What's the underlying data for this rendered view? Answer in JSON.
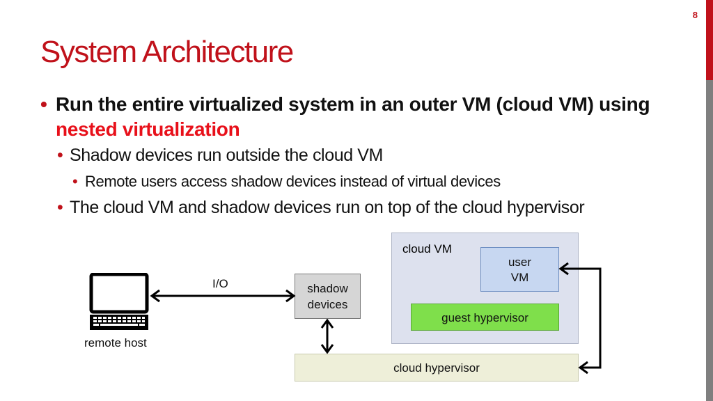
{
  "slide": {
    "number": "8",
    "title": "System Architecture",
    "colors": {
      "accent_red": "#c0111a",
      "accent_gray": "#7f7f7f",
      "title": "#c0111a",
      "highlight": "#e8101a"
    }
  },
  "bullets": {
    "main": {
      "text_prefix": "Run the entire virtualized system in an outer VM (cloud VM) using ",
      "highlight": "nested virtualization"
    },
    "sub1": "Shadow devices run outside the cloud VM",
    "sub1_1": "Remote users access shadow devices instead of virtual devices",
    "sub2": "The cloud VM and shadow devices run on top of the cloud hypervisor"
  },
  "diagram": {
    "cloud_vm": "cloud VM",
    "user_vm_line1": "user",
    "user_vm_line2": "VM",
    "guest_hypervisor": "guest hypervisor",
    "shadow_line1": "shadow",
    "shadow_line2": "devices",
    "cloud_hypervisor": "cloud hypervisor",
    "io": "I/O",
    "remote_host": "remote host",
    "icons": [
      "laptop-icon"
    ]
  }
}
